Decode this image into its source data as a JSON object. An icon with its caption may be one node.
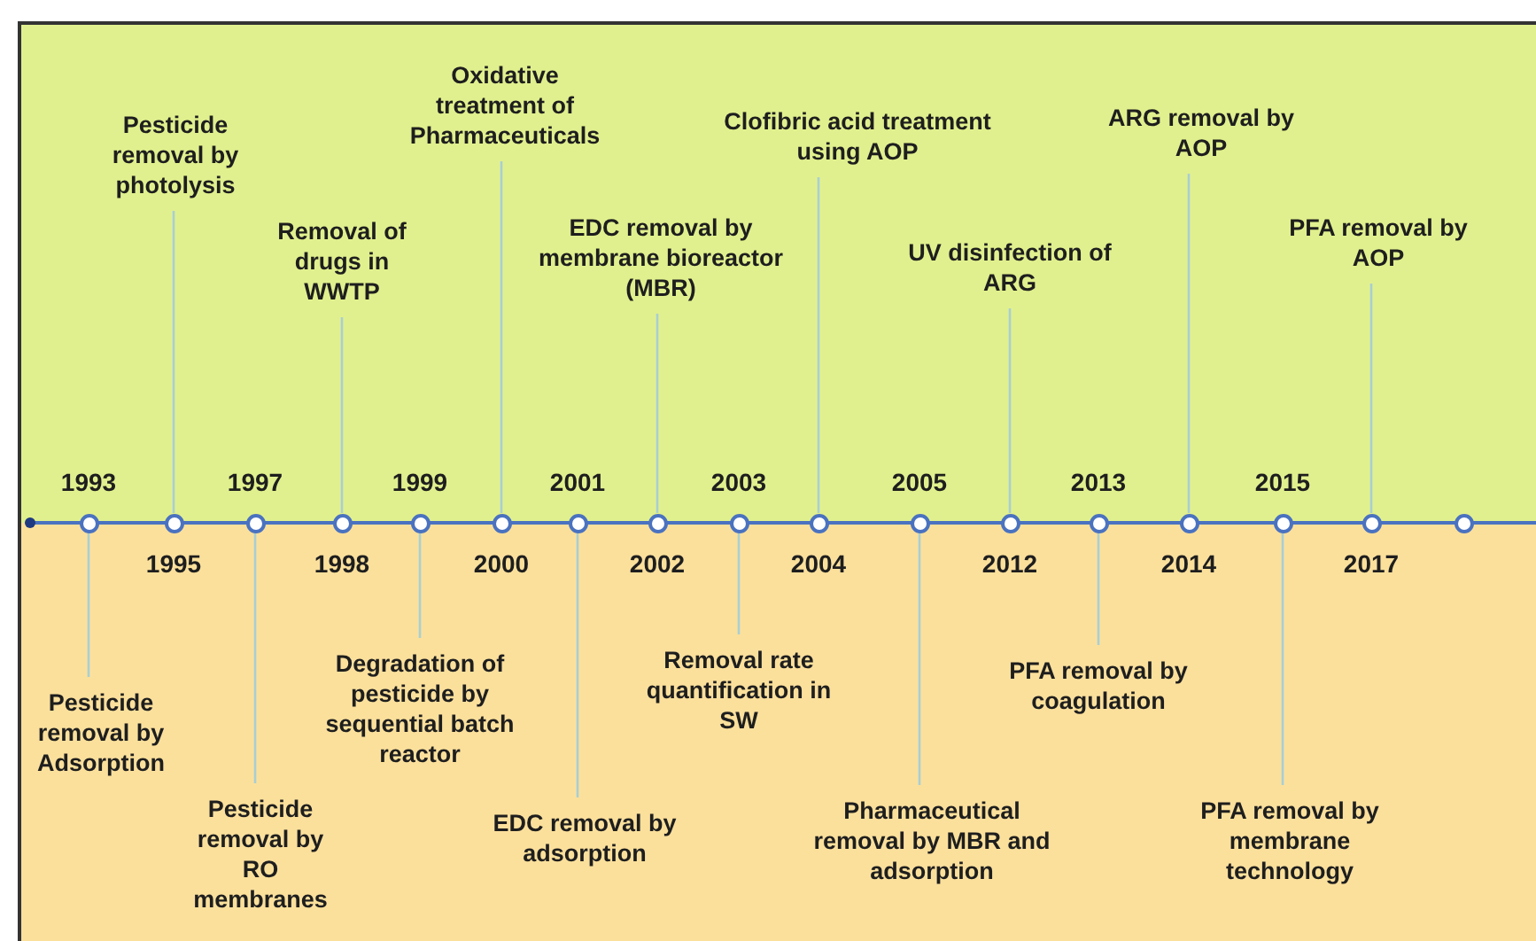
{
  "diagram": {
    "nodes": [
      {
        "text": [
          "Pesticide removal by Adsorption"
        ]
      },
      {
        "text": [
          "Pesticide removal by photolysis"
        ]
      },
      {
        "text": [
          "Pesticide removal by RO membranes"
        ]
      },
      {
        "text": [
          "Removal of drugs in WWTP"
        ]
      },
      {
        "text": [
          "Degradation of pesticide by sequential batch reactor"
        ]
      },
      {
        "text": [
          "Oxidative treatment of Pharmaceuticals"
        ]
      },
      {
        "text": [
          "EDC removal by adsorption"
        ]
      },
      {
        "text": [
          "EDC removal by membrane bioreactor (MBR)"
        ]
      },
      {
        "text": [
          "Removal rate quantification in SW"
        ]
      },
      {
        "text": [
          "Clofibric acid treatment using AOP"
        ]
      },
      {
        "text": [
          "Pharmaceutical removal by MBR and adsorption"
        ]
      },
      {
        "text": [
          "UV disinfection of ARG"
        ]
      },
      {
        "text": [
          "PFA removal by coagulation"
        ]
      },
      {
        "text": [
          "ARG removal by AOP"
        ]
      },
      {
        "text": [
          "PFA removal by membrane technology"
        ]
      },
      {
        "text": [
          "PFA removal by AOP"
        ]
      },
      {
        "text": [],
        "shape": "circle",
        "beside": [
          "1993"
        ]
      },
      {
        "text": [],
        "shape": "circle",
        "beside": [
          "1995"
        ]
      },
      {
        "text": [],
        "shape": "circle",
        "beside": [
          "1997"
        ]
      },
      {
        "text": [],
        "shape": "circle",
        "beside": [
          "1998"
        ]
      },
      {
        "text": [],
        "shape": "circle",
        "beside": [
          "1999"
        ]
      },
      {
        "text": [],
        "shape": "circle",
        "beside": [
          "2000"
        ]
      },
      {
        "text": [],
        "shape": "circle",
        "beside": [
          "2001"
        ]
      },
      {
        "text": [],
        "shape": "circle",
        "beside": [
          "2002"
        ]
      },
      {
        "text": [],
        "shape": "circle",
        "beside": [
          "2003"
        ]
      },
      {
        "text": [],
        "shape": "circle",
        "beside": [
          "2004"
        ]
      },
      {
        "text": [],
        "shape": "circle",
        "beside": [
          "2005"
        ]
      },
      {
        "text": [],
        "shape": "circle",
        "beside": [
          "2012"
        ]
      },
      {
        "text": [],
        "shape": "circle",
        "beside": [
          "2013"
        ]
      },
      {
        "text": [],
        "shape": "circle",
        "beside": [
          "2014"
        ]
      },
      {
        "text": [],
        "shape": "circle",
        "beside": [
          "2015"
        ]
      },
      {
        "text": [],
        "shape": "circle",
        "beside": [
          "2017"
        ]
      },
      {
        "text": [],
        "shape": "circle"
      }
    ],
    "edges": [
      {
        "from": 0,
        "to": 16,
        "arrow": "none"
      },
      {
        "from": 1,
        "to": 17,
        "arrow": "none"
      },
      {
        "from": 2,
        "to": 18,
        "arrow": "none"
      },
      {
        "from": 3,
        "to": 19,
        "arrow": "none"
      },
      {
        "from": 4,
        "to": 20,
        "arrow": "none"
      },
      {
        "from": 5,
        "to": 21,
        "arrow": "none"
      },
      {
        "from": 6,
        "to": 22,
        "arrow": "none"
      },
      {
        "from": 7,
        "to": 23,
        "arrow": "none"
      },
      {
        "from": 8,
        "to": 24,
        "arrow": "none"
      },
      {
        "from": 9,
        "to": 25,
        "arrow": "none"
      },
      {
        "from": 10,
        "to": 26,
        "arrow": "none"
      },
      {
        "from": 11,
        "to": 27,
        "arrow": "none"
      },
      {
        "from": 12,
        "to": 28,
        "arrow": "none"
      },
      {
        "from": 13,
        "to": 29,
        "arrow": "none"
      },
      {
        "from": 14,
        "to": 30,
        "arrow": "none"
      },
      {
        "from": 15,
        "to": 31,
        "arrow": "none"
      }
    ]
  }
}
